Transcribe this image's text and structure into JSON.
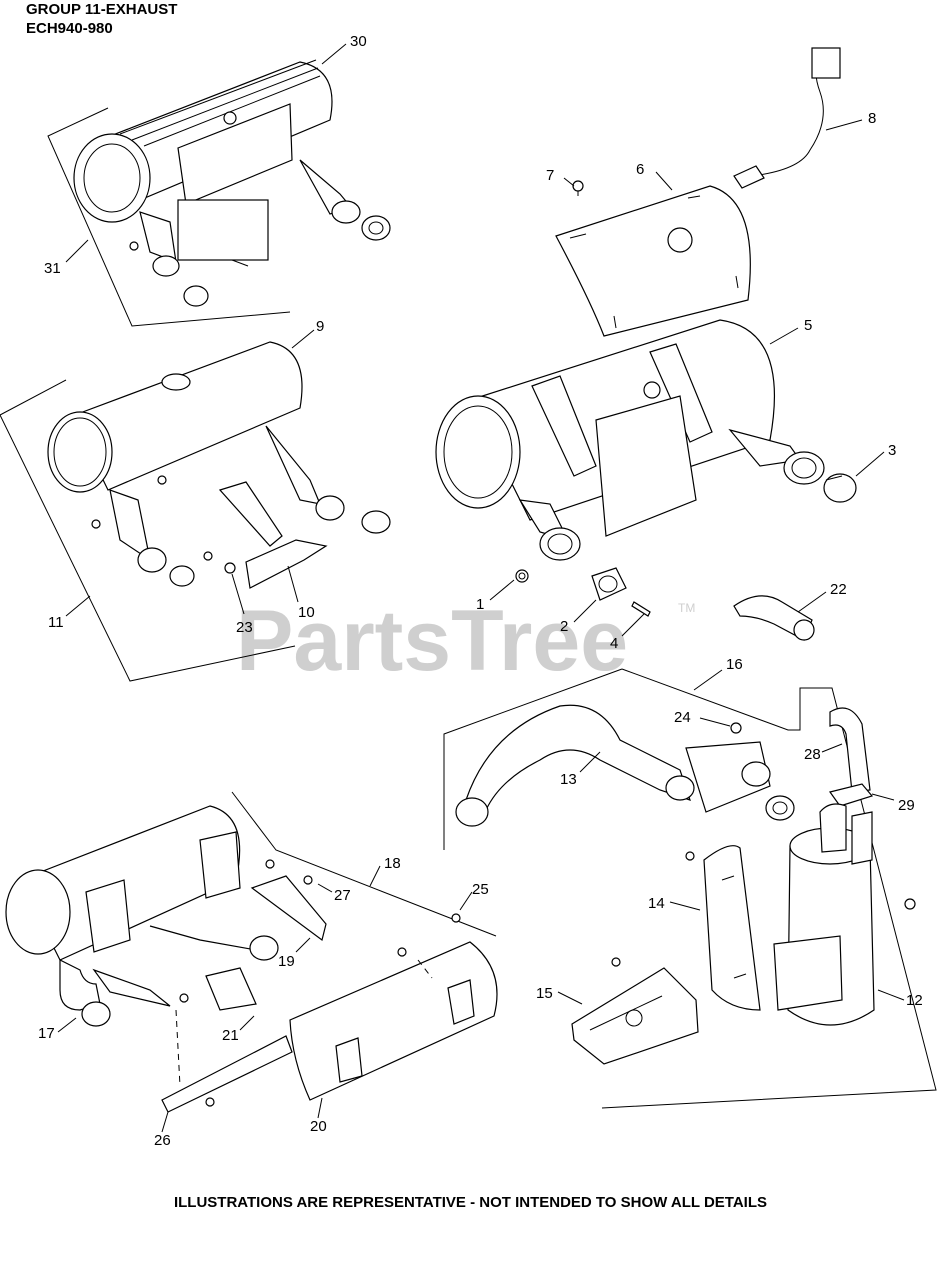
{
  "header": {
    "group_title": "GROUP 11-EXHAUST",
    "model_range": "ECH940-980"
  },
  "footer_note": "ILLUSTRATIONS ARE REPRESENTATIVE - NOT INTENDED TO SHOW ALL DETAILS",
  "watermark": {
    "brand": "PartsTree",
    "trademark": "TM"
  },
  "callouts": [
    {
      "id": "callout-1",
      "label": "1"
    },
    {
      "id": "callout-2",
      "label": "2"
    },
    {
      "id": "callout-3",
      "label": "3"
    },
    {
      "id": "callout-4",
      "label": "4"
    },
    {
      "id": "callout-5",
      "label": "5"
    },
    {
      "id": "callout-6",
      "label": "6"
    },
    {
      "id": "callout-7",
      "label": "7"
    },
    {
      "id": "callout-8",
      "label": "8"
    },
    {
      "id": "callout-9",
      "label": "9"
    },
    {
      "id": "callout-10",
      "label": "10"
    },
    {
      "id": "callout-11",
      "label": "11"
    },
    {
      "id": "callout-12",
      "label": "12"
    },
    {
      "id": "callout-13",
      "label": "13"
    },
    {
      "id": "callout-14",
      "label": "14"
    },
    {
      "id": "callout-15",
      "label": "15"
    },
    {
      "id": "callout-16",
      "label": "16"
    },
    {
      "id": "callout-17",
      "label": "17"
    },
    {
      "id": "callout-18",
      "label": "18"
    },
    {
      "id": "callout-19",
      "label": "19"
    },
    {
      "id": "callout-20",
      "label": "20"
    },
    {
      "id": "callout-21",
      "label": "21"
    },
    {
      "id": "callout-22",
      "label": "22"
    },
    {
      "id": "callout-23",
      "label": "23"
    },
    {
      "id": "callout-24",
      "label": "24"
    },
    {
      "id": "callout-25",
      "label": "25"
    },
    {
      "id": "callout-26",
      "label": "26"
    },
    {
      "id": "callout-27",
      "label": "27"
    },
    {
      "id": "callout-28",
      "label": "28"
    },
    {
      "id": "callout-29",
      "label": "29"
    },
    {
      "id": "callout-30",
      "label": "30"
    },
    {
      "id": "callout-31",
      "label": "31"
    }
  ],
  "colors": {
    "line": "#000000",
    "watermark": "#cfcfcf",
    "background": "#ffffff"
  }
}
